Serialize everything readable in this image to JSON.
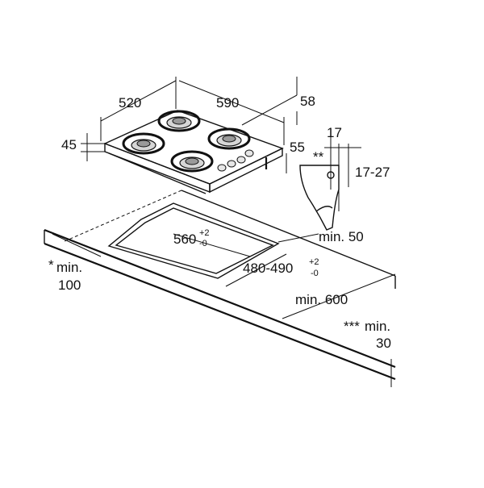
{
  "labels": {
    "width_hob": "520",
    "depth_hob": "590",
    "height_top": "58",
    "height_side": "45",
    "height_right": "55",
    "bracket_width": "17",
    "bracket_star": "**",
    "bracket_range": "17-27",
    "cutout_width": "560",
    "cutout_width_tol_plus": "+2",
    "cutout_width_tol_minus": "-0",
    "cutout_depth": "480-490",
    "cutout_depth_tol_plus": "+2",
    "cutout_depth_tol_minus": "-0",
    "min_50": "min. 50",
    "min_100_star": "*",
    "min_100_label": "min.",
    "min_100_value": "100",
    "min_600": "min. 600",
    "min_30_star": "***",
    "min_30_label": "min.",
    "min_30_value": "30"
  }
}
